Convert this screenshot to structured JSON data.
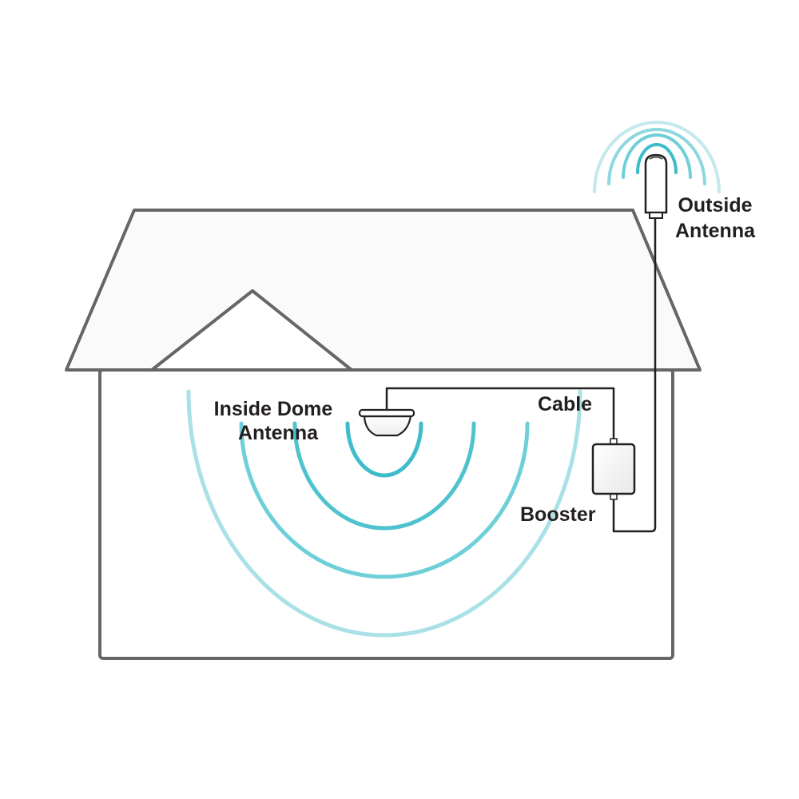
{
  "diagram": {
    "labels": {
      "outside_antenna_line1": "Outside",
      "outside_antenna_line2": "Antenna",
      "inside_dome_line1": "Inside Dome",
      "inside_dome_line2": "Antenna",
      "cable": "Cable",
      "booster": "Booster"
    },
    "colors": {
      "outline": "#666666",
      "wall_fill": "#ffffff",
      "roof_fill": "#fafafa",
      "cable": "#231f20",
      "text": "#231f20",
      "signal_dark": "#3fbcc9",
      "signal_mid": "#6fcfd8",
      "signal_light": "#a9e1e6"
    },
    "components": [
      "outside-antenna",
      "cable",
      "booster",
      "inside-dome-antenna"
    ]
  }
}
